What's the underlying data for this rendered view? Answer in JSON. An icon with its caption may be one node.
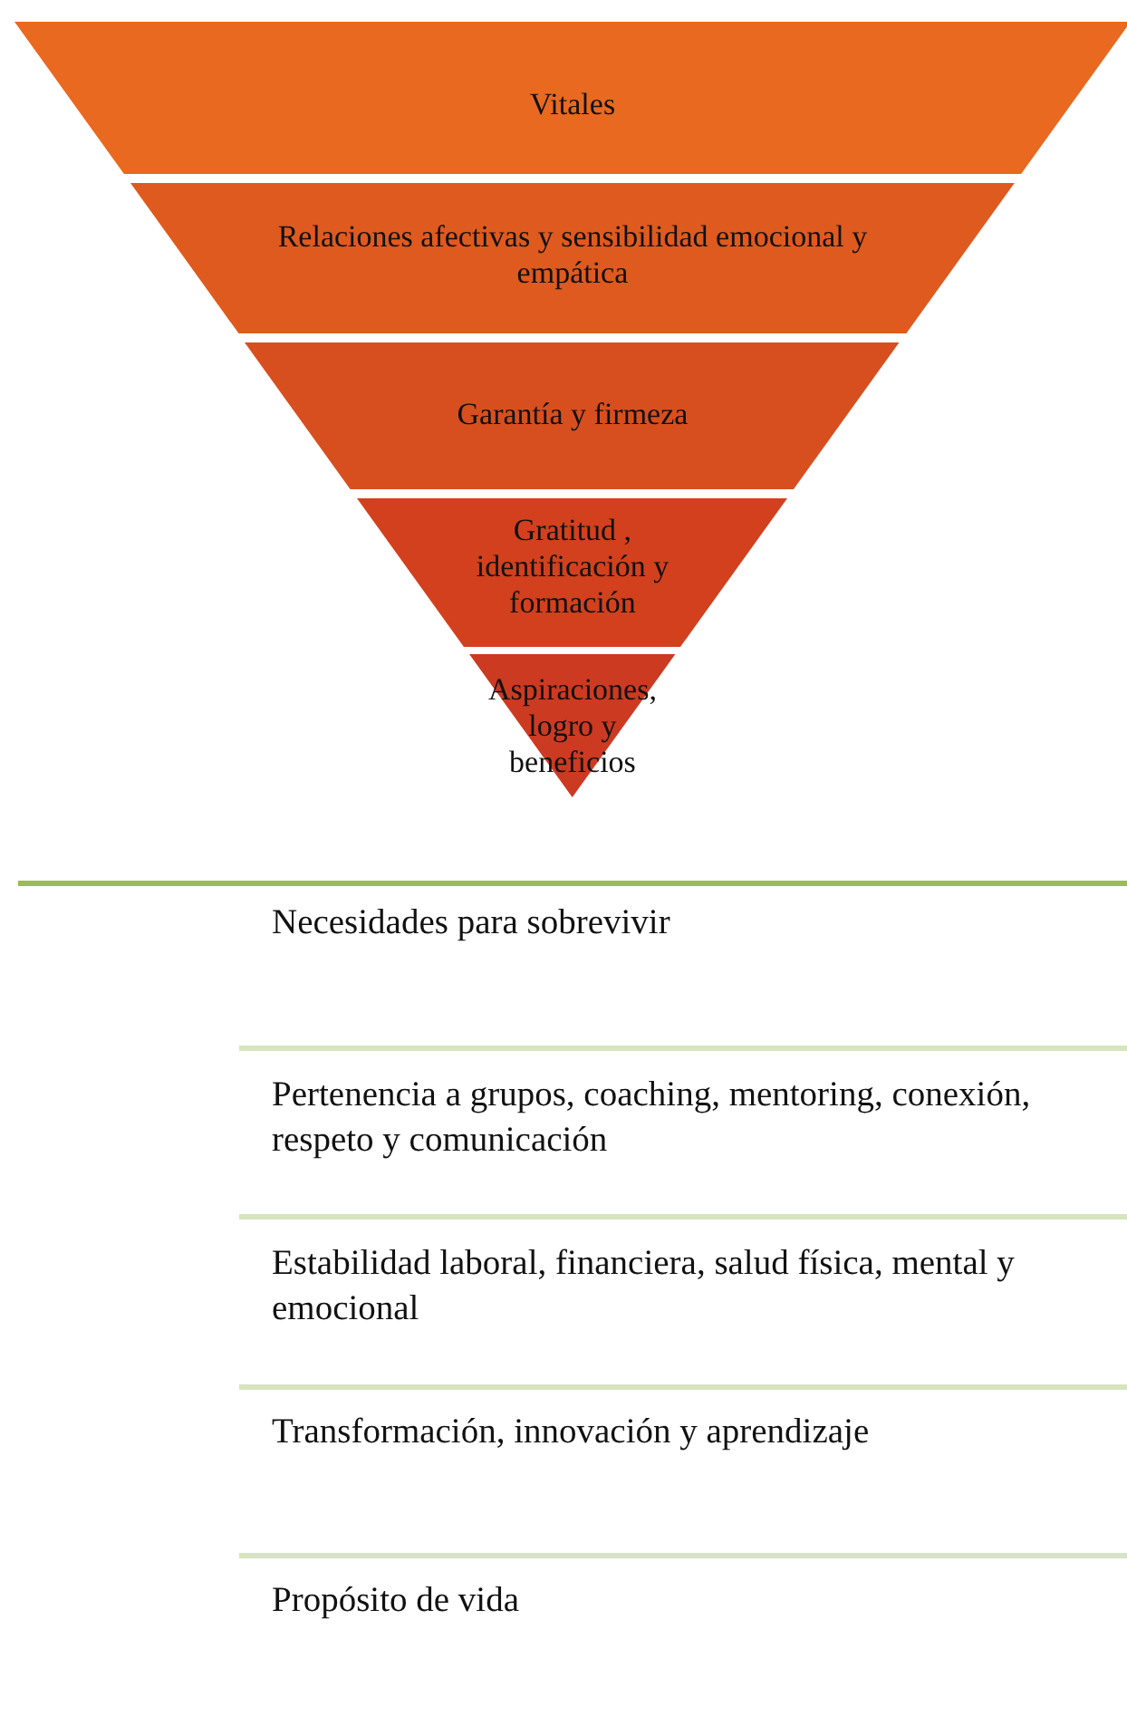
{
  "diagram": {
    "nodes": [
      {
        "text": [
          "Vitales"
        ]
      },
      {
        "text": [
          "Relaciones afectivas y sensibilidad emocional y empática"
        ]
      },
      {
        "text": [
          "Garantía y firmeza"
        ]
      },
      {
        "text": [
          "Gratitud , identificación y formación"
        ]
      },
      {
        "text": [
          "Aspiraciones, logro y beneficios"
        ]
      }
    ],
    "labels": [
      "Necesidades para sobrevivir",
      "Pertenencia a grupos, coaching, mentoring, conexión, respeto y comunicación",
      "Estabilidad laboral, financiera, salud física, mental y emocional",
      "Transformación, innovación y aprendizaje",
      "Propósito de vida"
    ]
  }
}
